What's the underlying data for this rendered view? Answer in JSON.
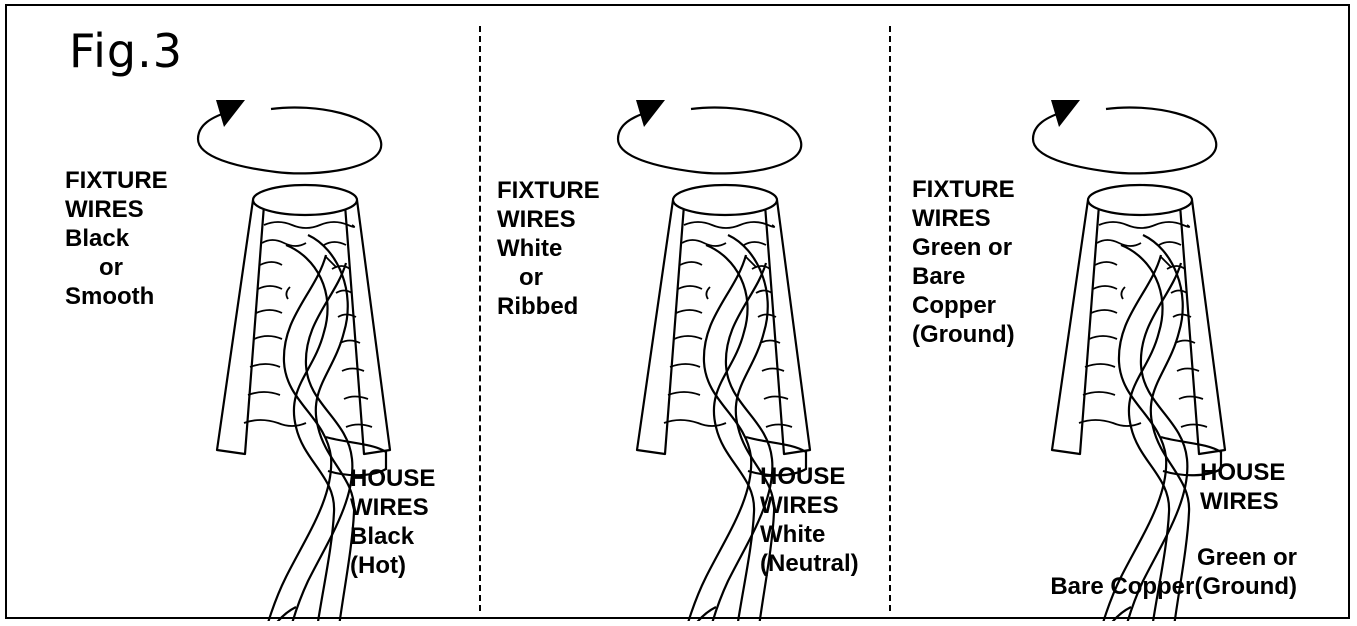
{
  "figure": {
    "title": "Fig.3"
  },
  "panels": [
    {
      "fixture_label": [
        "FIXTURE",
        "WIRES",
        "Black",
        "or",
        "Smooth"
      ],
      "house_label": [
        "HOUSE",
        "WIRES",
        "Black",
        "(Hot)"
      ]
    },
    {
      "fixture_label": [
        "FIXTURE",
        "WIRES",
        "White",
        "or",
        "Ribbed"
      ],
      "house_label": [
        "HOUSE",
        "WIRES",
        "White",
        "(Neutral)"
      ]
    },
    {
      "fixture_label": [
        "FIXTURE",
        "WIRES",
        "Green or",
        "Bare",
        "Copper",
        "(Ground)"
      ],
      "house_label": [
        "HOUSE",
        "WIRES"
      ],
      "ground_label": [
        "Green or",
        "Bare Copper(Ground)"
      ]
    }
  ],
  "colors": {
    "ink": "#000000",
    "paper": "#ffffff"
  },
  "icons": [
    "rotation-arrow-icon",
    "wire-nut-icon",
    "twisted-wires-icon"
  ]
}
